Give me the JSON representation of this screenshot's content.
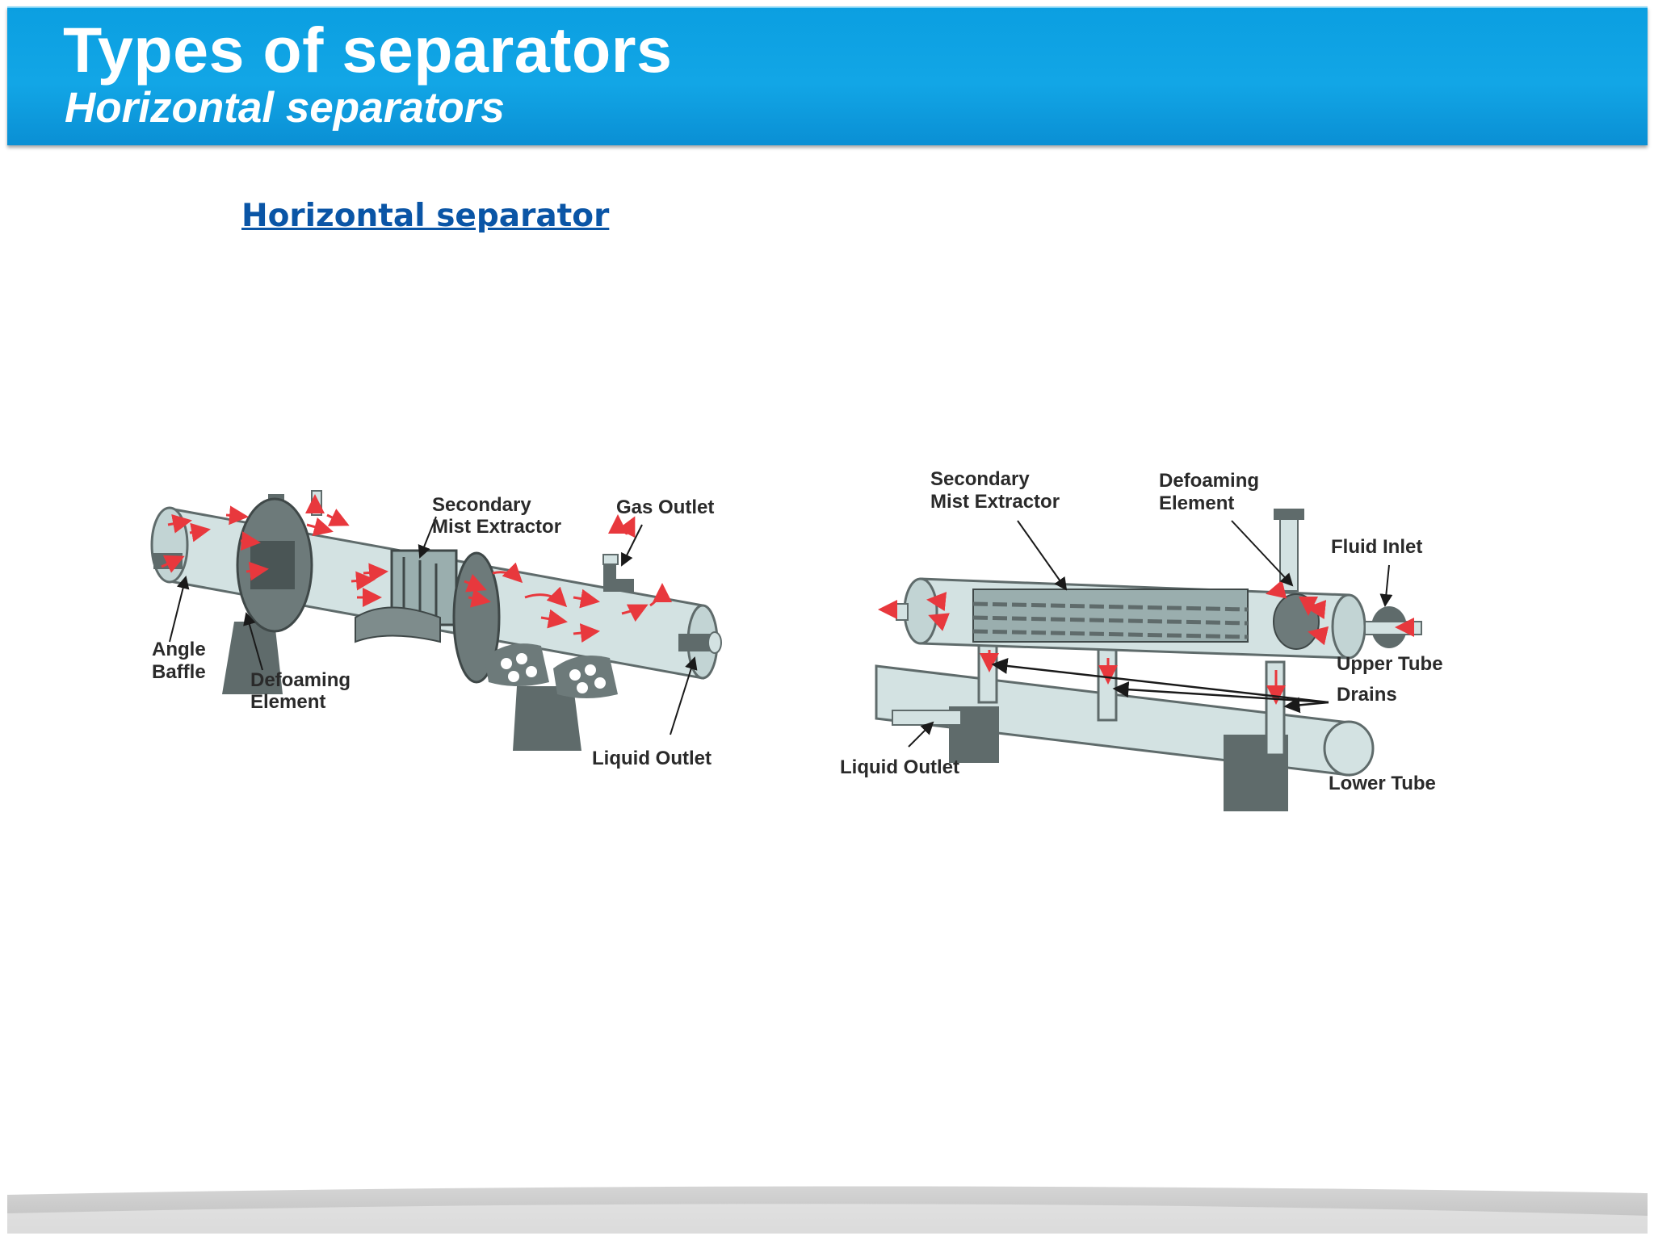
{
  "header": {
    "title": "Types of separators",
    "subtitle": "Horizontal separators"
  },
  "section": {
    "link_text": "Horizontal separator"
  },
  "diagram_left": {
    "labels": {
      "secondary_1": "Secondary",
      "secondary_2": "Mist Extractor",
      "gas_outlet": "Gas Outlet",
      "angle_1": "Angle",
      "angle_2": "Baffle",
      "defoaming_1": "Defoaming",
      "defoaming_2": "Element",
      "liquid_outlet": "Liquid Outlet"
    }
  },
  "diagram_right": {
    "labels": {
      "secondary_1": "Secondary",
      "secondary_2": "Mist Extractor",
      "defoaming_1": "Defoaming",
      "defoaming_2": "Element",
      "fluid_inlet": "Fluid Inlet",
      "upper_tube": "Upper Tube",
      "drains": "Drains",
      "liquid_outlet": "Liquid Outlet",
      "lower_tube": "Lower Tube"
    }
  },
  "colors": {
    "header_blue": "#12a6e6",
    "link_blue": "#0a55a6",
    "flow_arrow_red": "#e8383d",
    "vessel_grey": "#5f6b6b",
    "vessel_light": "#c9d8d8"
  }
}
